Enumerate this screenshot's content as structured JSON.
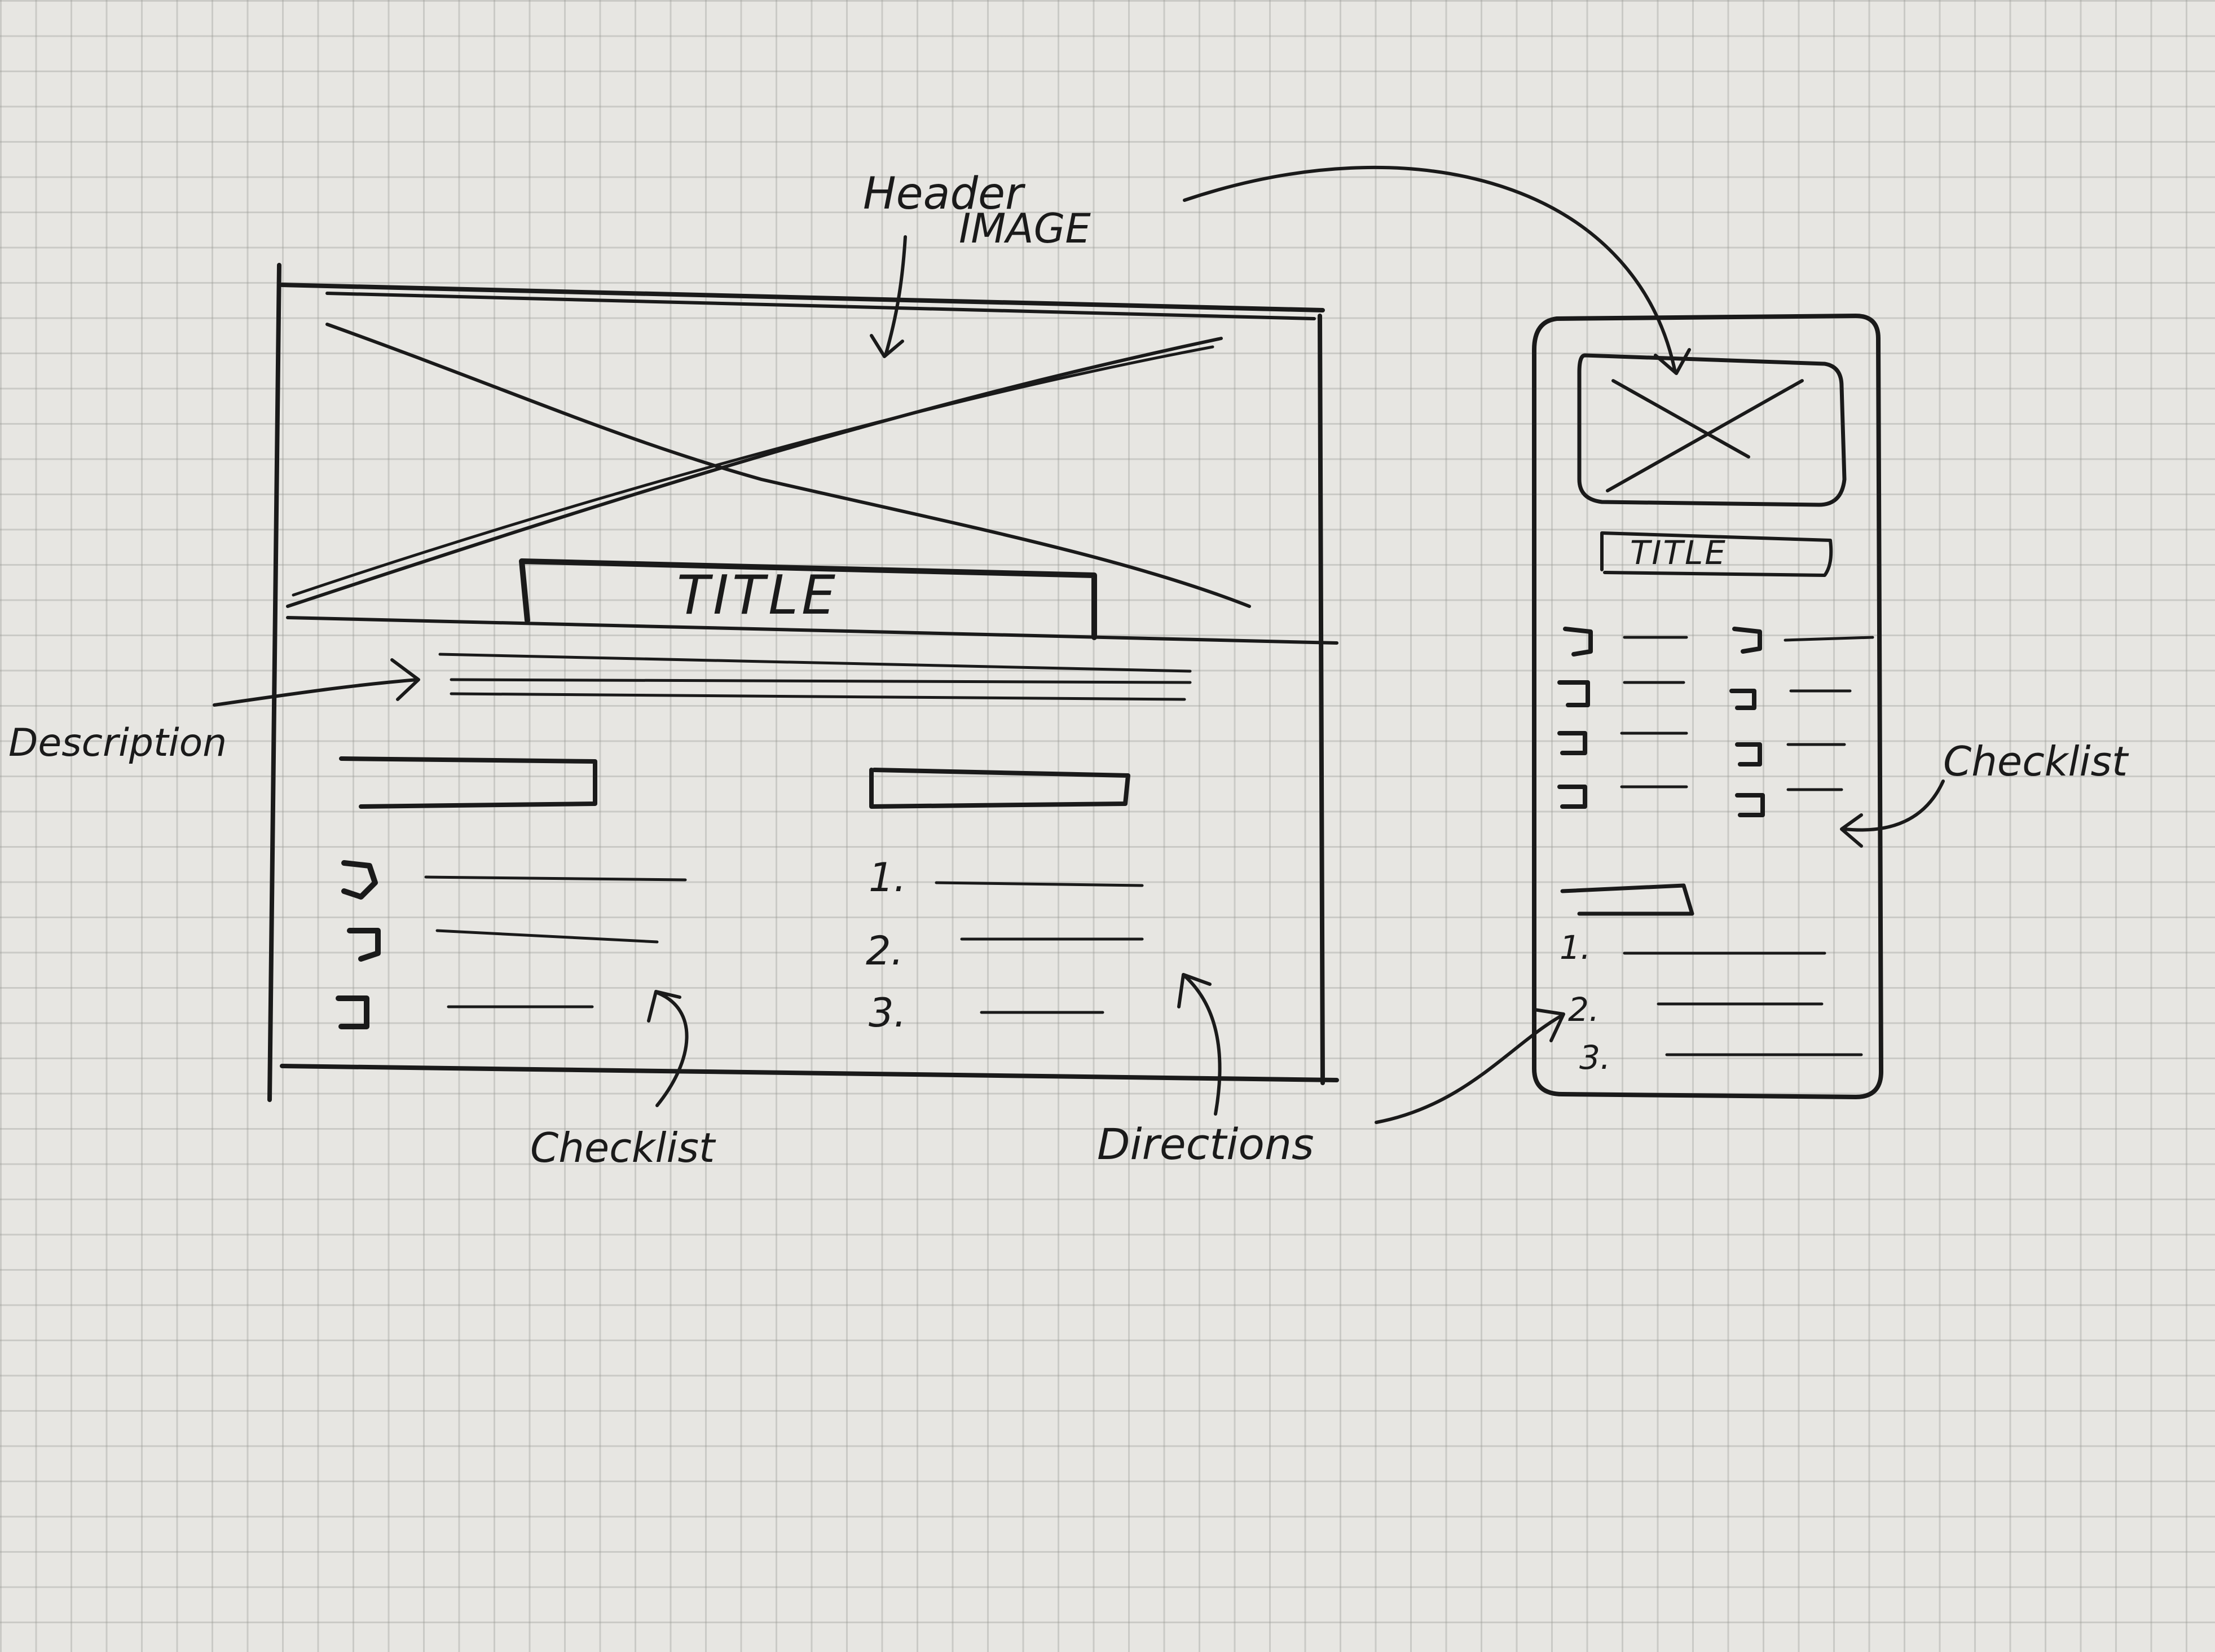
{
  "annotations": {
    "header_image_line1": "Header",
    "header_image_line2": "IMAGE",
    "description": "Description",
    "checklist_desktop": "Checklist",
    "directions": "Directions",
    "checklist_mobile": "Checklist"
  },
  "desktop": {
    "title": "TITLE",
    "directions_numbers": [
      "1.",
      "2.",
      "3."
    ]
  },
  "mobile": {
    "title": "TITLE",
    "directions_numbers": [
      "1.",
      "2.",
      "3."
    ]
  },
  "colors": {
    "ink": "#1a1a1a",
    "paper": "#e7e6e2",
    "grid": "#9a9a95"
  }
}
